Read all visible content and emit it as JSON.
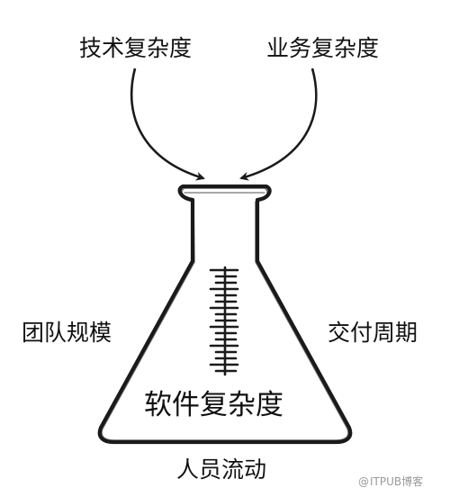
{
  "labels": {
    "top_left": "技术复杂度",
    "top_right": "业务复杂度",
    "mid_left": "团队规模",
    "mid_right": "交付周期",
    "bottom": "人员流动",
    "center": "软件复杂度"
  },
  "watermark": {
    "symbol": "@",
    "text": "ITPUB博客"
  },
  "colors": {
    "stroke": "#1a1a1a",
    "text": "#111111",
    "watermark": "#9a9a9a",
    "background": "#ffffff"
  },
  "icons": [
    "flask-icon",
    "arrow-down-right-icon",
    "arrow-down-left-icon",
    "measurement-scale-icon"
  ]
}
